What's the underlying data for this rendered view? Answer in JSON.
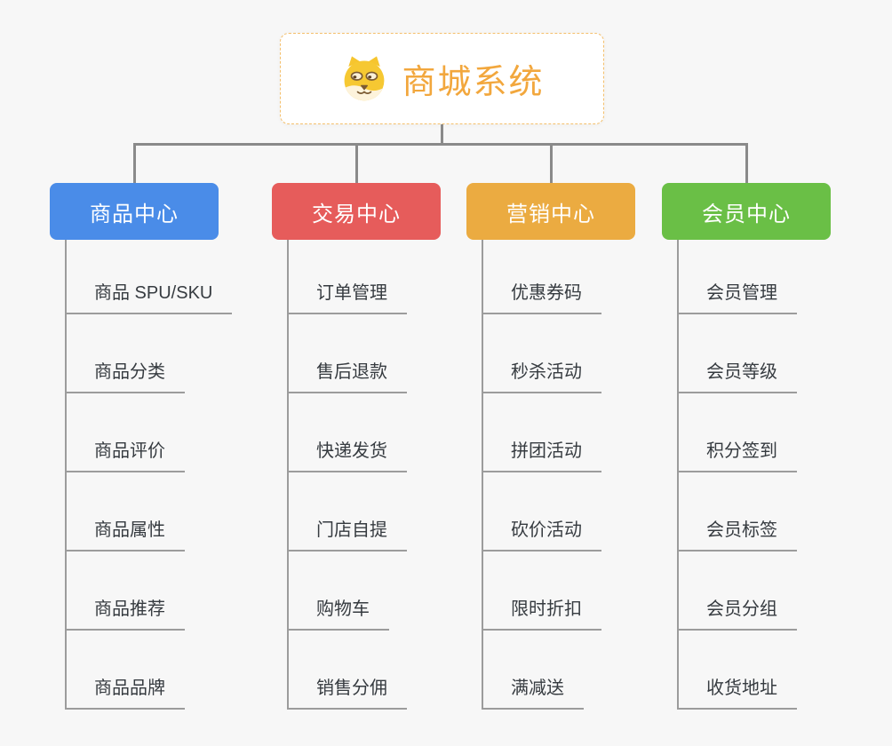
{
  "root": {
    "title": "商城系统",
    "icon": "shiba-dog-face",
    "accent_color": "#f2a73d",
    "border_color": "#f4bf6b"
  },
  "connector_color": "#8a8a8a",
  "underline_color": "#9c9c9c",
  "branches": [
    {
      "label": "商品中心",
      "color": "#4a8ce8",
      "children": [
        "商品 SPU/SKU",
        "商品分类",
        "商品评价",
        "商品属性",
        "商品推荐",
        "商品品牌"
      ]
    },
    {
      "label": "交易中心",
      "color": "#e65c5b",
      "children": [
        "订单管理",
        "售后退款",
        "快递发货",
        "门店自提",
        "购物车",
        "销售分佣"
      ]
    },
    {
      "label": "营销中心",
      "color": "#ebab41",
      "children": [
        "优惠券码",
        "秒杀活动",
        "拼团活动",
        "砍价活动",
        "限时折扣",
        "满减送"
      ]
    },
    {
      "label": "会员中心",
      "color": "#6abf46",
      "children": [
        "会员管理",
        "会员等级",
        "积分签到",
        "会员标签",
        "会员分组",
        "收货地址"
      ]
    }
  ]
}
